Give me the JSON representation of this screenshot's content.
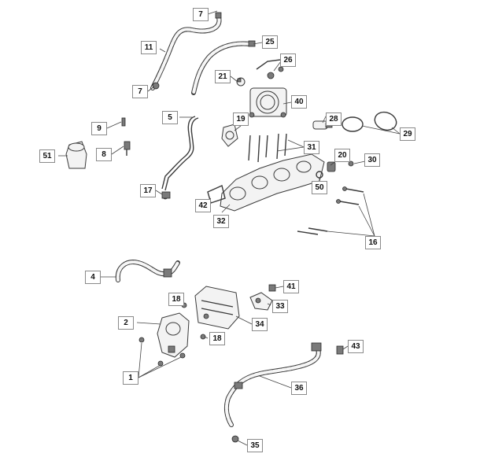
{
  "diagram": {
    "background": "#ffffff",
    "line_color": "#3a3a3a",
    "callouts": [
      {
        "id": "c7a",
        "label": "7"
      },
      {
        "id": "c11",
        "label": "11"
      },
      {
        "id": "c25",
        "label": "25"
      },
      {
        "id": "c26",
        "label": "26"
      },
      {
        "id": "c21",
        "label": "21"
      },
      {
        "id": "c7b",
        "label": "7"
      },
      {
        "id": "c40",
        "label": "40"
      },
      {
        "id": "c5",
        "label": "5"
      },
      {
        "id": "c19",
        "label": "19"
      },
      {
        "id": "c28",
        "label": "28"
      },
      {
        "id": "c29",
        "label": "29"
      },
      {
        "id": "c9",
        "label": "9"
      },
      {
        "id": "c31",
        "label": "31"
      },
      {
        "id": "c51",
        "label": "51"
      },
      {
        "id": "c8",
        "label": "8"
      },
      {
        "id": "c20",
        "label": "20"
      },
      {
        "id": "c30",
        "label": "30"
      },
      {
        "id": "c50",
        "label": "50"
      },
      {
        "id": "c17",
        "label": "17"
      },
      {
        "id": "c42",
        "label": "42"
      },
      {
        "id": "c32",
        "label": "32"
      },
      {
        "id": "c16",
        "label": "16"
      },
      {
        "id": "c4",
        "label": "4"
      },
      {
        "id": "c41",
        "label": "41"
      },
      {
        "id": "c18a",
        "label": "18"
      },
      {
        "id": "c33",
        "label": "33"
      },
      {
        "id": "c2",
        "label": "2"
      },
      {
        "id": "c34",
        "label": "34"
      },
      {
        "id": "c18b",
        "label": "18"
      },
      {
        "id": "c43",
        "label": "43"
      },
      {
        "id": "c1",
        "label": "1"
      },
      {
        "id": "c36",
        "label": "36"
      },
      {
        "id": "c35",
        "label": "35"
      }
    ]
  }
}
